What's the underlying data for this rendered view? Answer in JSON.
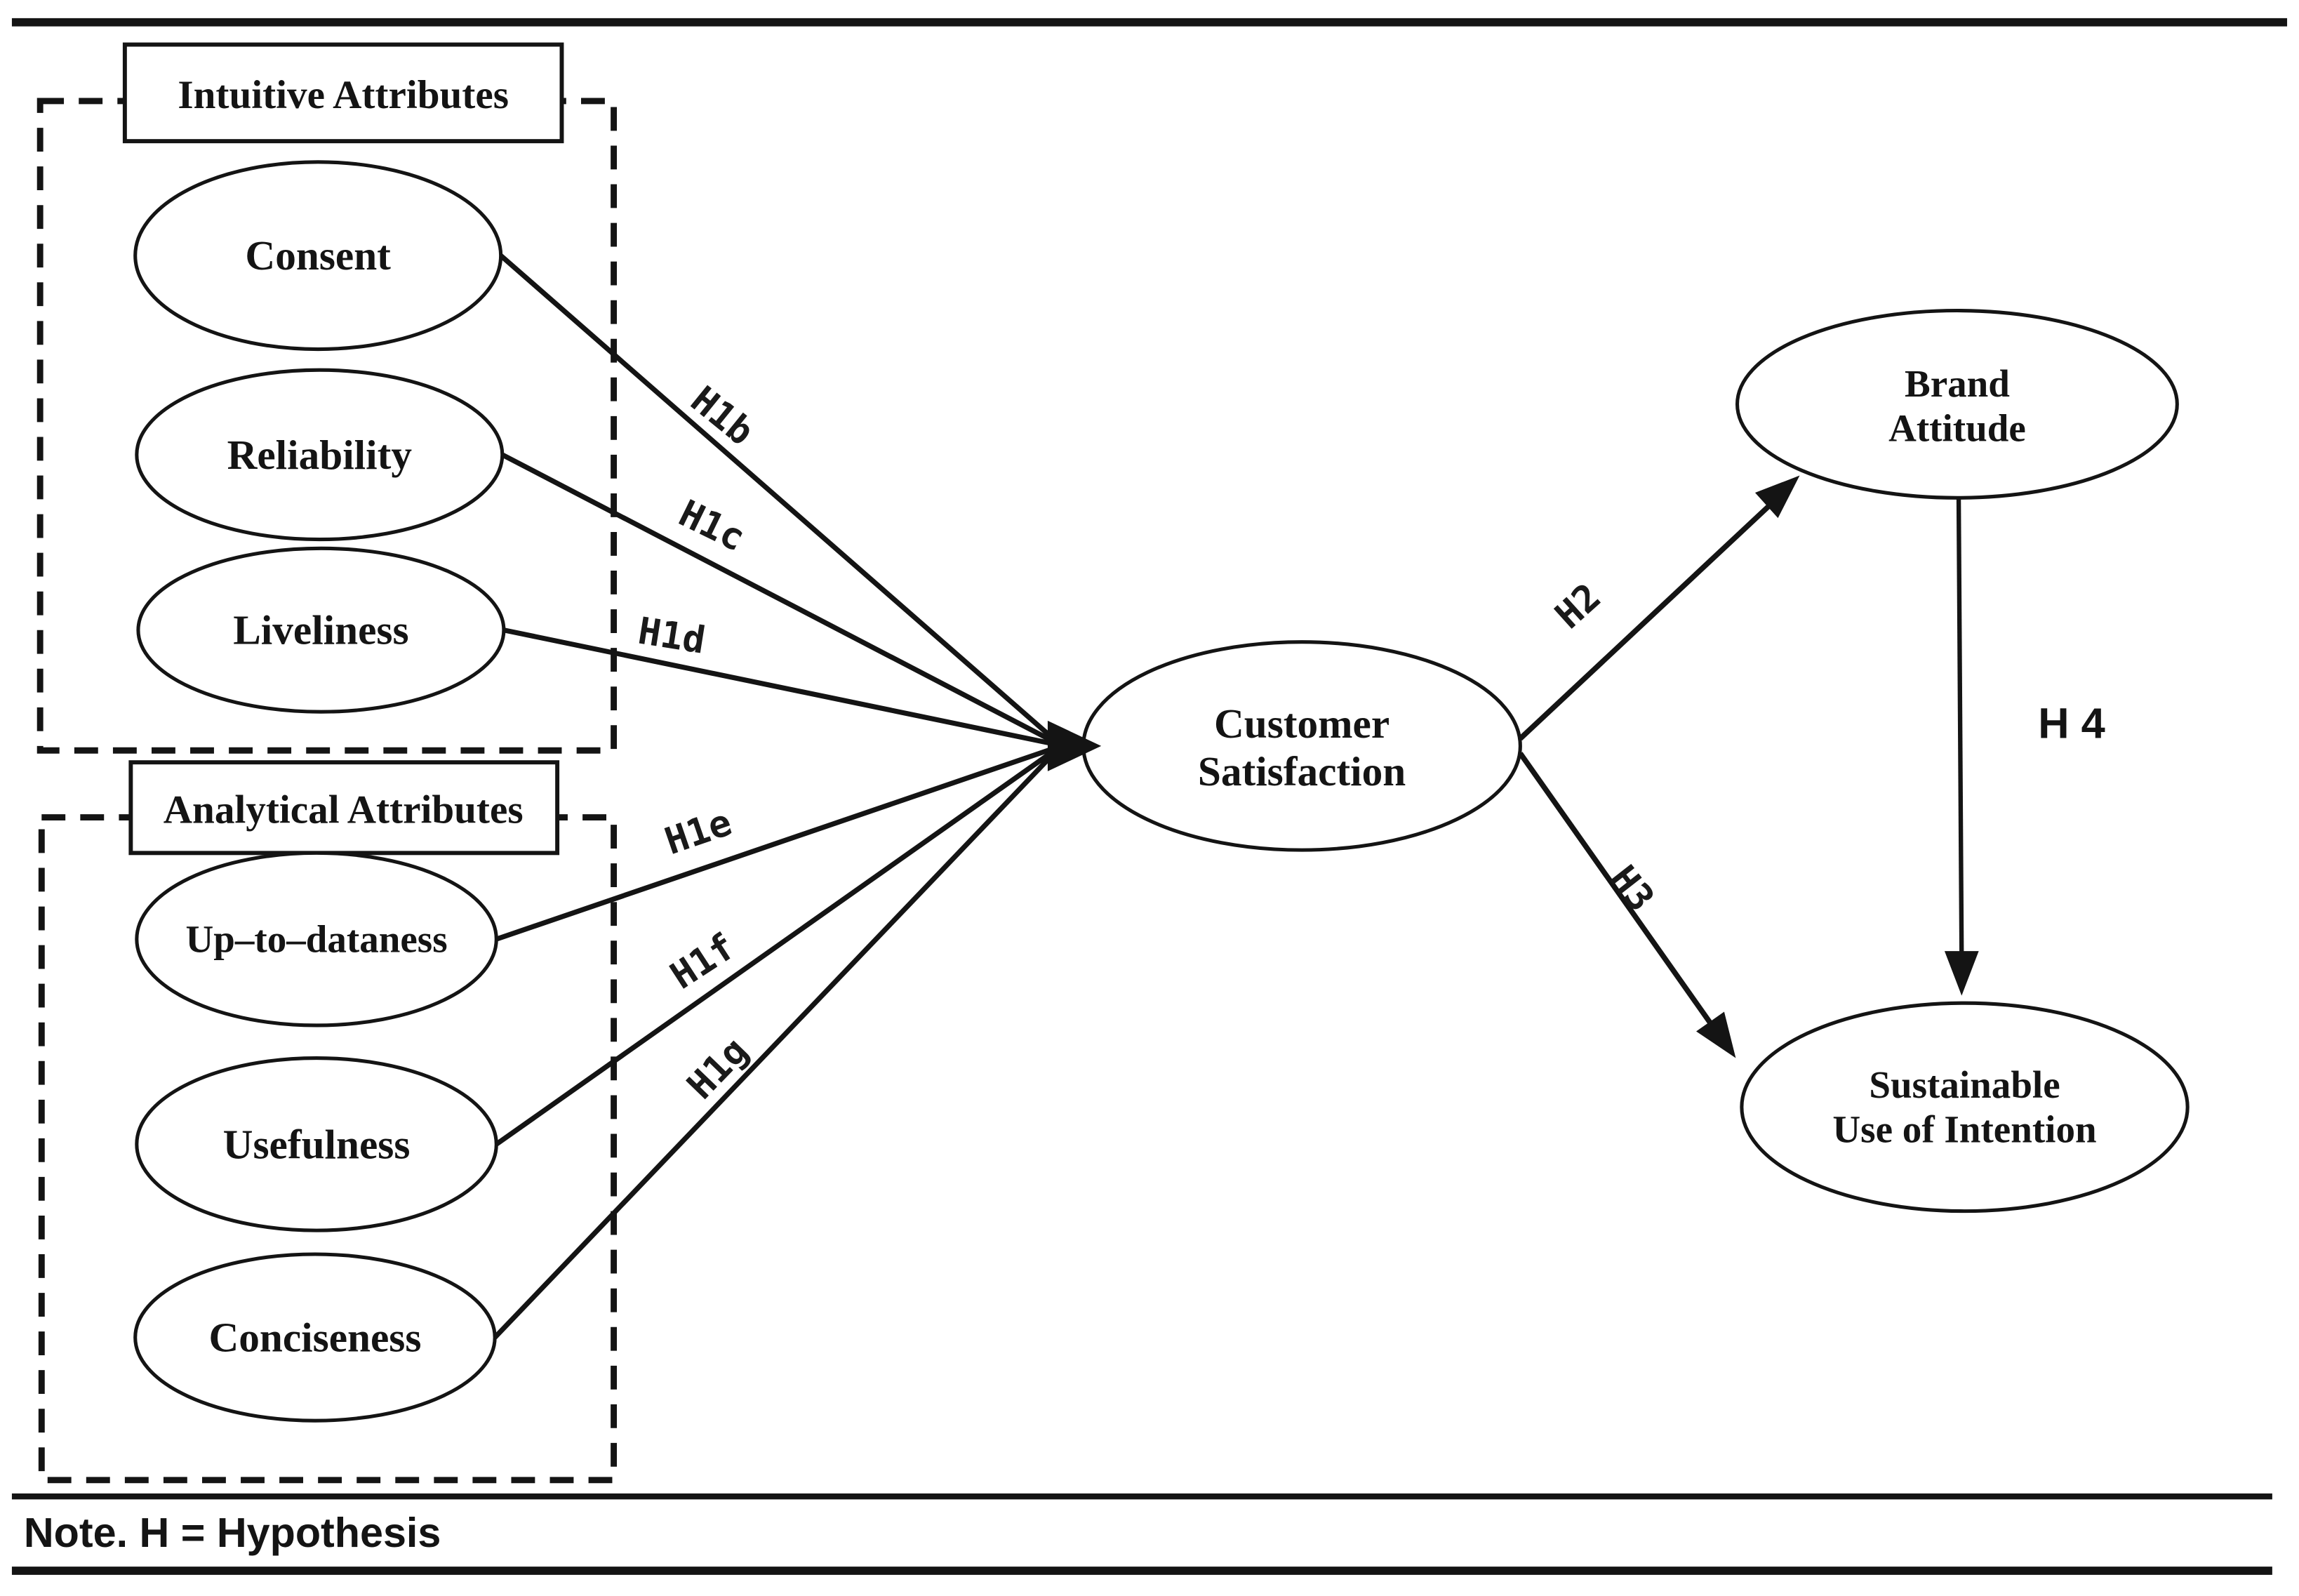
{
  "note": "Note. H = Hypothesis",
  "groups": {
    "intuitive": {
      "title": "Intuitive Attributes",
      "items": [
        "Consent",
        "Reliability",
        "Liveliness"
      ]
    },
    "analytical": {
      "title": "Analytical Attributes",
      "items": [
        "Up–to–dataness",
        "Usefulness",
        "Conciseness"
      ]
    }
  },
  "nodes": {
    "customer_satisfaction": {
      "line1": "Customer",
      "line2": "Satisfaction"
    },
    "brand_attitude": {
      "line1": "Brand",
      "line2": "Attitude"
    },
    "sustainable_use": {
      "line1": "Sustainable",
      "line2": "Use of Intention"
    }
  },
  "hypotheses": {
    "h1b": "H1b",
    "h1c": "H1c",
    "h1d": "H1d",
    "h1e": "H1e",
    "h1f": "H1f",
    "h1g": "H1g",
    "h2": "H2",
    "h3": "H3",
    "h4": "H 4"
  },
  "colors": {
    "ink": "#141414",
    "background": "#ffffff"
  }
}
